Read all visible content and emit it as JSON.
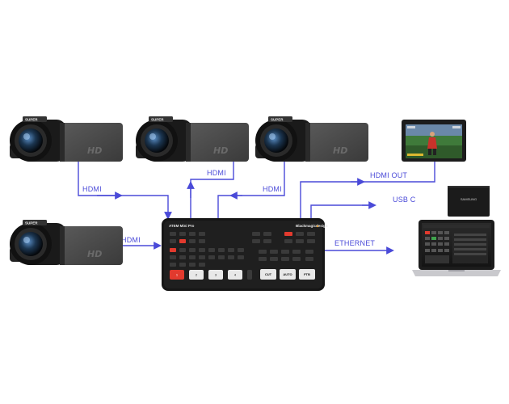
{
  "labels": {
    "hdmi_1": "HDMI",
    "hdmi_2": "HDMI",
    "hdmi_3": "HDMI",
    "hdmi_4": "HDMI",
    "hdmi_out": "HDMI OUT",
    "usb_c": "USB C",
    "ethernet": "ETHERNET"
  },
  "devices": {
    "camera_badge": "SUPER",
    "camera_screen_text": "HD",
    "switcher_model": "ATEM Mini Pro",
    "switcher_brand": "Blackmagicdesign",
    "ssd_brand": "SAMSUNG",
    "buttons": [
      "1",
      "2",
      "3",
      "4"
    ],
    "transition_buttons": [
      "CUT",
      "AUTO",
      "FTB"
    ]
  },
  "colors": {
    "connector": "#4a4ad8",
    "device_dark": "#1e1e1e",
    "camera_screen": "#4a4a4a",
    "active_button": "#e23a2e"
  }
}
